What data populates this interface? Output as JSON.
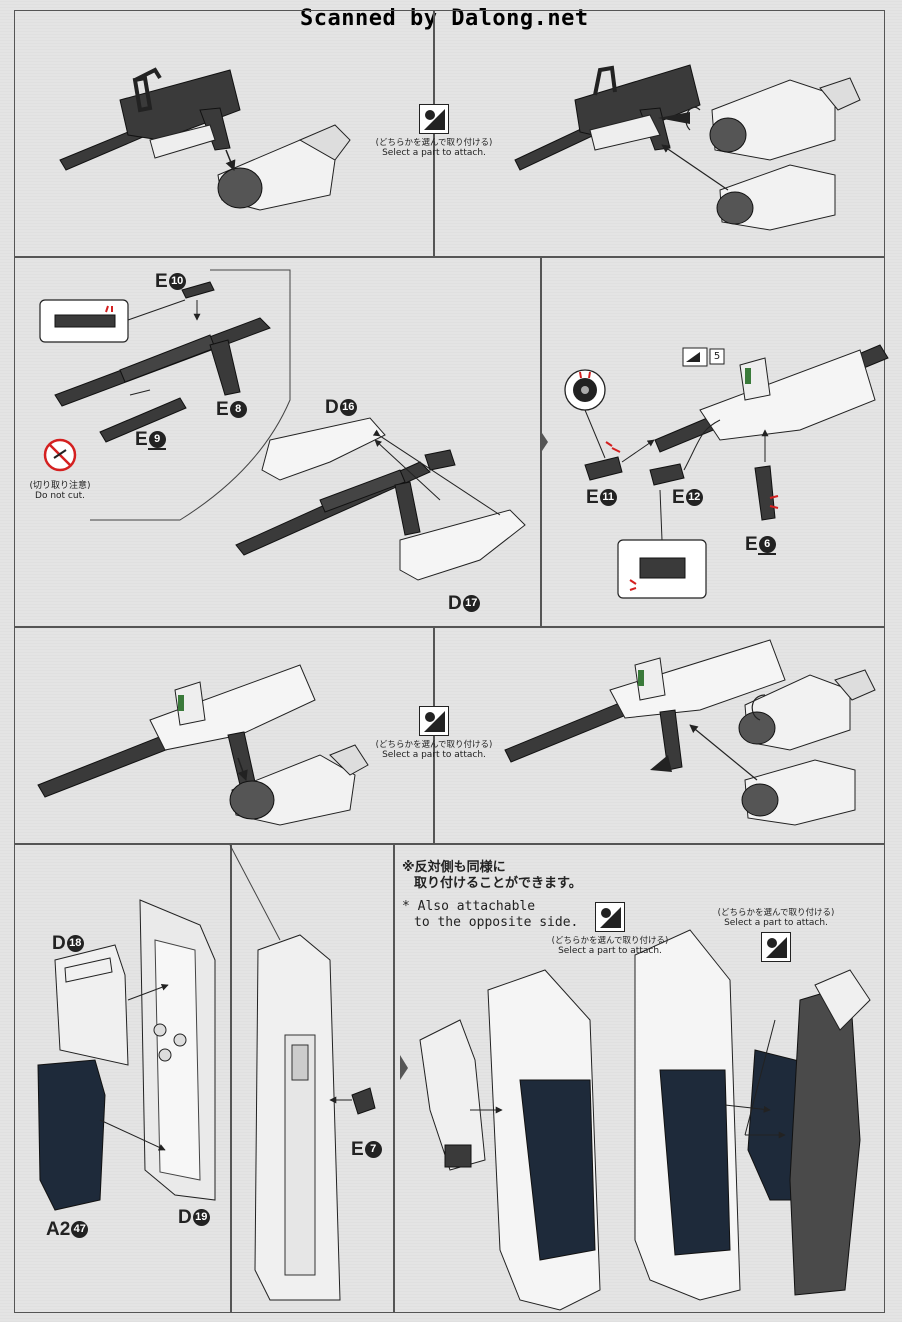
{
  "watermark": "Scanned by Dalong.net",
  "choice_jp": "(どちらかを選んで取り付ける)",
  "choice_en": "Select a part to attach.",
  "do_not_cut": {
    "jp": "(切り取り注意)",
    "en": "Do not cut."
  },
  "step2_labels": {
    "e10": "E",
    "e10_n": "10",
    "e8": "E",
    "e8_n": "8",
    "e9": "E",
    "e9_n": "9",
    "d16": "D",
    "d16_n": "16",
    "d17": "D",
    "d17_n": "17",
    "e11": "E",
    "e11_n": "11",
    "e12": "E",
    "e12_n": "12",
    "e6": "E",
    "e6_n": "6",
    "ref5": "5"
  },
  "step4_labels": {
    "d18": "D",
    "d18_n": "18",
    "a247": "A2",
    "a247_n": "47",
    "d19": "D",
    "d19_n": "19",
    "e7": "E",
    "e7_n": "7"
  },
  "opposite_note": {
    "jp_line1": "※反対側も同様に",
    "jp_line2": "取り付けることができます。",
    "en_line1": "* Also attachable",
    "en_line2": "to the opposite side."
  },
  "colors": {
    "frame": "#555555",
    "part_dark": "#3a3a3a",
    "part_light": "#f2f2f2",
    "navy": "#1e2a3a",
    "highlight_red": "#d42020"
  }
}
